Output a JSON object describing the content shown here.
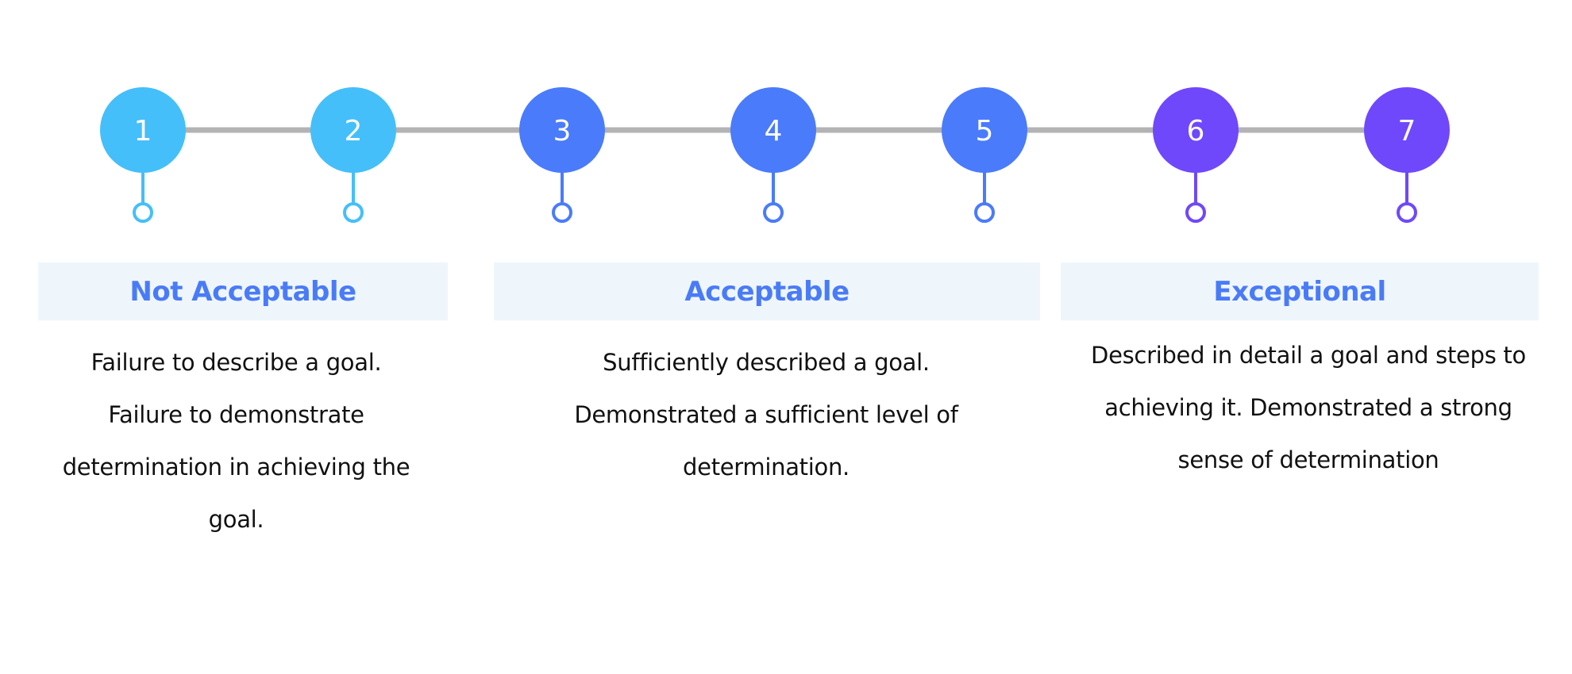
{
  "scale": {
    "steps": [
      {
        "number": "1",
        "color": "#45bff9"
      },
      {
        "number": "2",
        "color": "#45bff9"
      },
      {
        "number": "3",
        "color": "#4a7bfb"
      },
      {
        "number": "4",
        "color": "#4a7bfb"
      },
      {
        "number": "5",
        "color": "#4a7bfb"
      },
      {
        "number": "6",
        "color": "#6f48fb"
      },
      {
        "number": "7",
        "color": "#6f48fb"
      }
    ],
    "connector_color": "#b3b3b3"
  },
  "categories": [
    {
      "title": "Not Acceptable",
      "lines": [
        "Failure to describe a goal.",
        "Failure to demonstrate",
        "determination in achieving the",
        "goal."
      ]
    },
    {
      "title": "Acceptable",
      "lines": [
        "Sufficiently described a goal.",
        "Demonstrated a sufficient level of",
        "determination."
      ]
    },
    {
      "title": "Exceptional",
      "lines": [
        "Described in detail a goal and steps to",
        "achieving it. Demonstrated a strong",
        "sense of determination"
      ]
    }
  ],
  "colors": {
    "title": "#4a7bf7",
    "band": "#eef6fc",
    "text": "#111111"
  }
}
